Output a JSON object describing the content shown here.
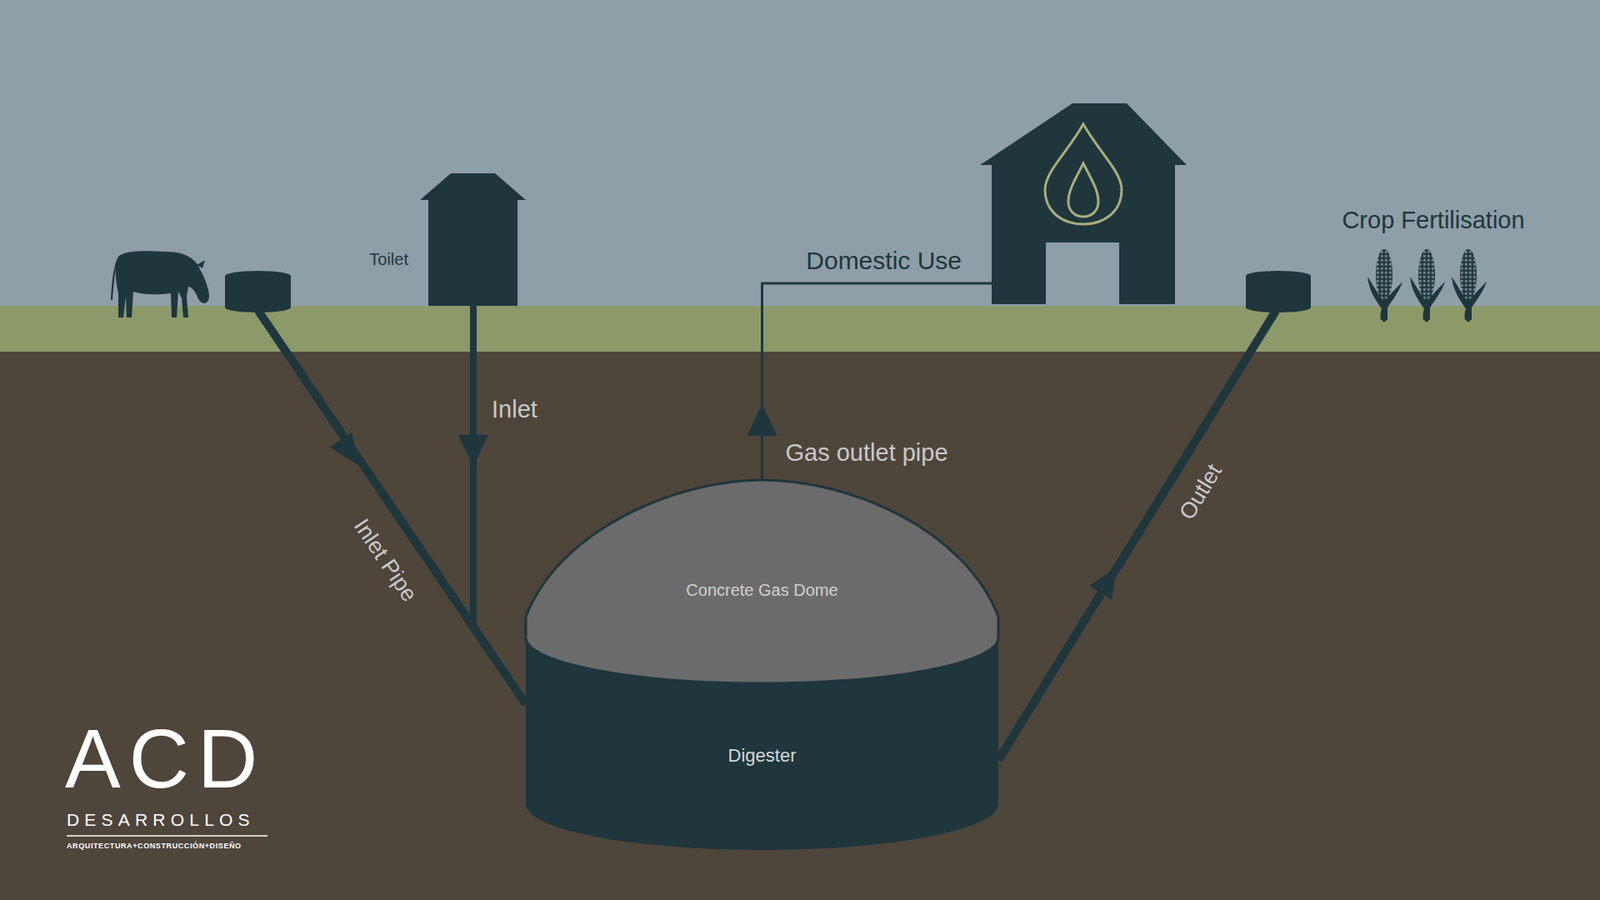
{
  "diagram": {
    "nodes": [
      {
        "text": [
          "Toilet"
        ]
      },
      {
        "text": [
          "Domestic Use"
        ]
      },
      {
        "text": [
          "Concrete Gas Dome"
        ]
      },
      {
        "text": [
          "Digester"
        ]
      }
    ],
    "edges": [
      {
        "from": 0,
        "to": 3,
        "arrow": "to",
        "label": "Inlet"
      },
      {
        "from": 2,
        "to": 1,
        "arrow": "to",
        "label": "Gas outlet pipe"
      }
    ],
    "labels": [
      "Inlet Pipe",
      "Outlet",
      "Crop Fertilisation",
      "ACD",
      "DESARROLLOS",
      "ARQUITECTURA+CONSTRUCCIÓN+DISEÑO"
    ]
  }
}
